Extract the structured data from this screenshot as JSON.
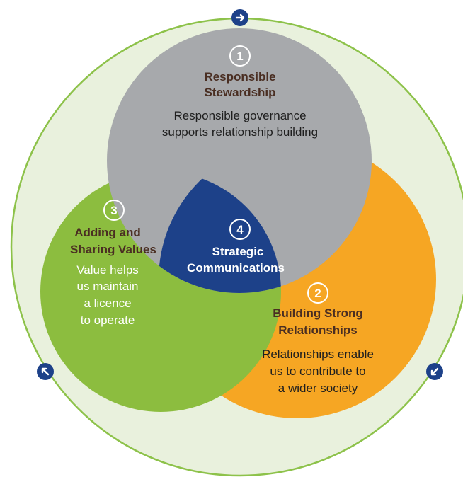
{
  "colors": {
    "outer_fill": "#e9f1dd",
    "outer_ring": "#8dc24a",
    "gray": "#a7a9ac",
    "orange": "#f6a623",
    "green": "#8cbd3f",
    "center": "#1d4189",
    "arrow": "#1d4189",
    "title_dark": "#4a2e22"
  },
  "arrows": [
    {
      "name": "arrow-right-icon",
      "icon": "arrow-right"
    },
    {
      "name": "arrow-down-left-icon",
      "icon": "arrow-down-left"
    },
    {
      "name": "arrow-up-left-icon",
      "icon": "arrow-up-left"
    }
  ],
  "circles": {
    "responsible": {
      "number": "1",
      "title": [
        "Responsible",
        "Stewardship"
      ],
      "desc": [
        "Responsible governance",
        "supports relationship building"
      ]
    },
    "relationships": {
      "number": "2",
      "title": [
        "Building Strong",
        "Relationships"
      ],
      "desc": [
        "Relationships enable",
        "us to contribute to",
        "a wider society"
      ]
    },
    "values": {
      "number": "3",
      "title": [
        "Adding and",
        "Sharing Values"
      ],
      "desc": [
        "Value helps",
        "us maintain",
        "a licence",
        "to operate"
      ]
    },
    "center": {
      "number": "4",
      "title": [
        "Strategic",
        "Communications"
      ]
    }
  }
}
